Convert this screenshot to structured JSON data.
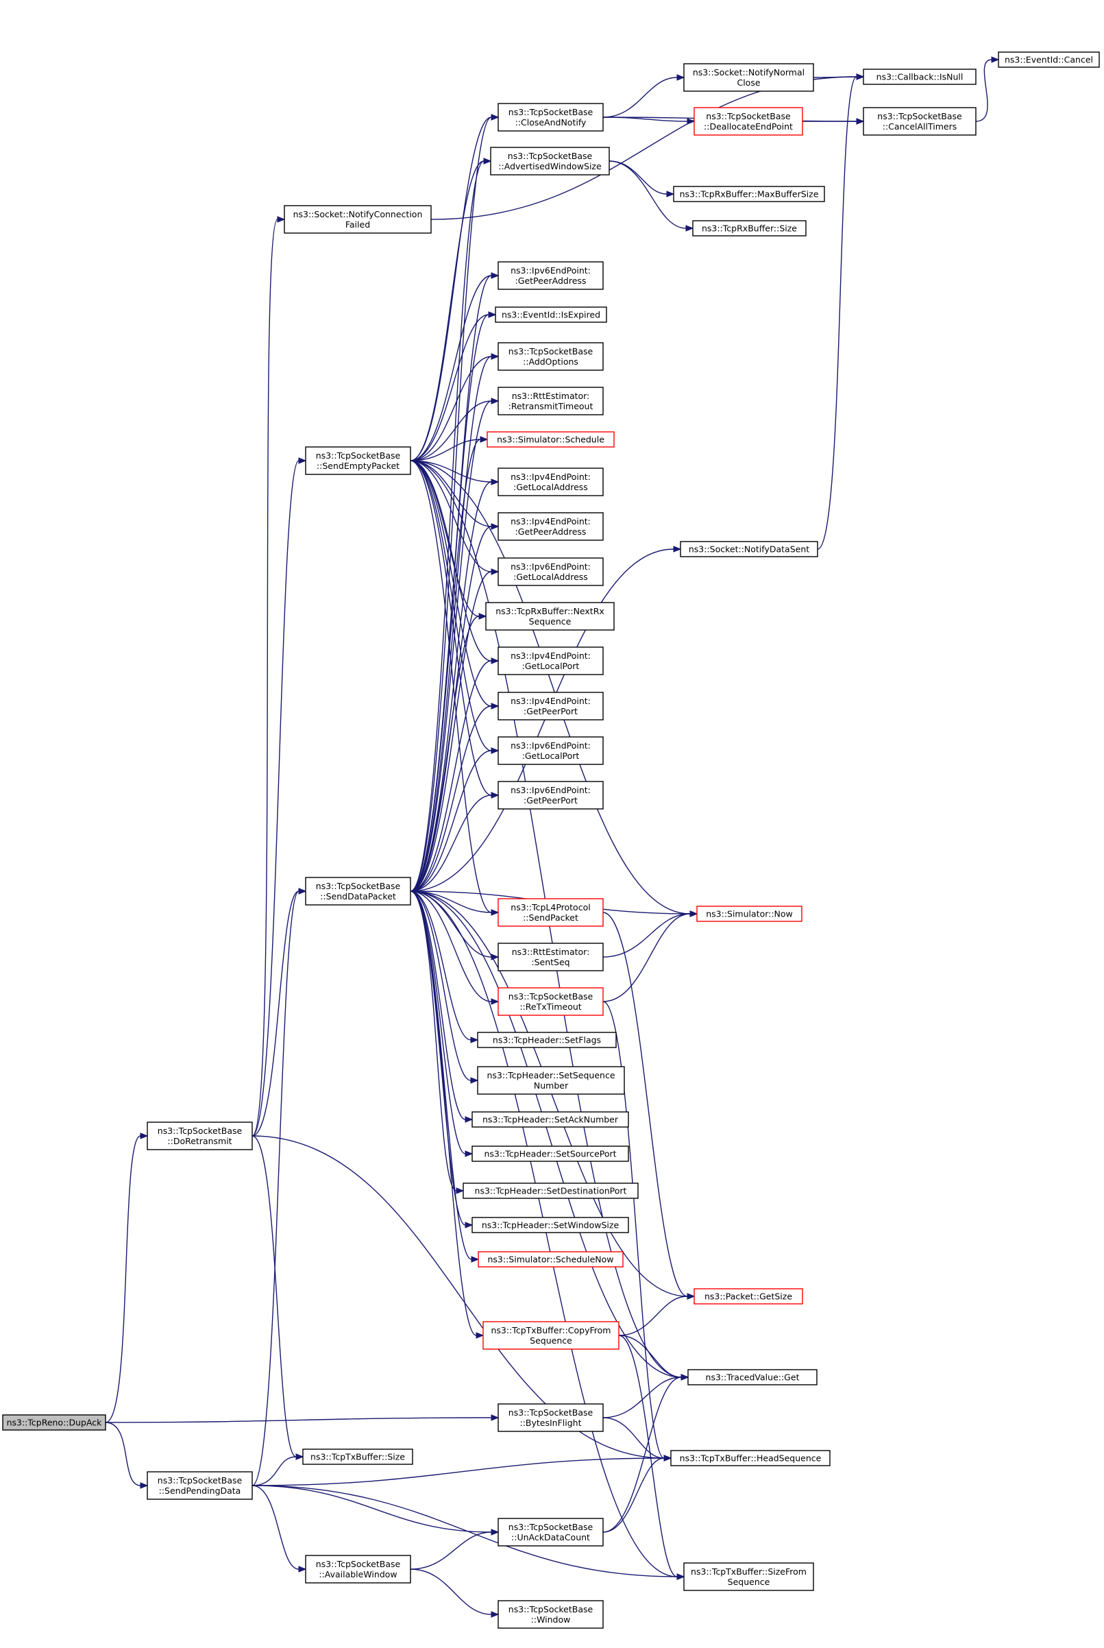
{
  "colors": {
    "edge": "#191970",
    "box_border": "#000000",
    "red_border": "#ff0000",
    "root_fill": "#bfbfbf",
    "background": "#ffffff"
  },
  "nodes": [
    {
      "id": "dupack",
      "lines": [
        "ns3::TcpReno::DupAck"
      ],
      "style": "root"
    },
    {
      "id": "doretransmit",
      "lines": [
        "ns3::TcpSocketBase",
        "::DoRetransmit"
      ],
      "style": "normal"
    },
    {
      "id": "sendpending",
      "lines": [
        "ns3::TcpSocketBase",
        "::SendPendingData"
      ],
      "style": "normal"
    },
    {
      "id": "notifyconnfailed",
      "lines": [
        "ns3::Socket::NotifyConnection",
        "Failed"
      ],
      "style": "normal"
    },
    {
      "id": "sendempty",
      "lines": [
        "ns3::TcpSocketBase",
        "::SendEmptyPacket"
      ],
      "style": "normal"
    },
    {
      "id": "senddata",
      "lines": [
        "ns3::TcpSocketBase",
        "::SendDataPacket"
      ],
      "style": "normal"
    },
    {
      "id": "txsize",
      "lines": [
        "ns3::TcpTxBuffer::Size"
      ],
      "style": "normal"
    },
    {
      "id": "availwindow",
      "lines": [
        "ns3::TcpSocketBase",
        "::AvailableWindow"
      ],
      "style": "normal"
    },
    {
      "id": "closenotify",
      "lines": [
        "ns3::TcpSocketBase",
        "::CloseAndNotify"
      ],
      "style": "normal"
    },
    {
      "id": "advwin",
      "lines": [
        "ns3::TcpSocketBase",
        "::AdvertisedWindowSize"
      ],
      "style": "normal"
    },
    {
      "id": "ipv6peeraddr",
      "lines": [
        "ns3::Ipv6EndPoint:",
        ":GetPeerAddress"
      ],
      "style": "normal"
    },
    {
      "id": "isexpired",
      "lines": [
        "ns3::EventId::IsExpired"
      ],
      "style": "normal"
    },
    {
      "id": "addoptions",
      "lines": [
        "ns3::TcpSocketBase",
        "::AddOptions"
      ],
      "style": "normal"
    },
    {
      "id": "rtttimeout",
      "lines": [
        "ns3::RttEstimator:",
        ":RetransmitTimeout"
      ],
      "style": "normal"
    },
    {
      "id": "schedule",
      "lines": [
        "ns3::Simulator::Schedule"
      ],
      "style": "red"
    },
    {
      "id": "ipv4localaddr",
      "lines": [
        "ns3::Ipv4EndPoint:",
        ":GetLocalAddress"
      ],
      "style": "normal"
    },
    {
      "id": "ipv4peeraddr",
      "lines": [
        "ns3::Ipv4EndPoint:",
        ":GetPeerAddress"
      ],
      "style": "normal"
    },
    {
      "id": "ipv6localaddr",
      "lines": [
        "ns3::Ipv6EndPoint:",
        ":GetLocalAddress"
      ],
      "style": "normal"
    },
    {
      "id": "nextrx",
      "lines": [
        "ns3::TcpRxBuffer::NextRx",
        "Sequence"
      ],
      "style": "normal"
    },
    {
      "id": "ipv4localport",
      "lines": [
        "ns3::Ipv4EndPoint:",
        ":GetLocalPort"
      ],
      "style": "normal"
    },
    {
      "id": "ipv4peerport",
      "lines": [
        "ns3::Ipv4EndPoint:",
        ":GetPeerPort"
      ],
      "style": "normal"
    },
    {
      "id": "ipv6localport",
      "lines": [
        "ns3::Ipv6EndPoint:",
        ":GetLocalPort"
      ],
      "style": "normal"
    },
    {
      "id": "ipv6peerport",
      "lines": [
        "ns3::Ipv6EndPoint:",
        ":GetPeerPort"
      ],
      "style": "normal"
    },
    {
      "id": "l4sendpacket",
      "lines": [
        "ns3::TcpL4Protocol",
        "::SendPacket"
      ],
      "style": "red"
    },
    {
      "id": "sentseq",
      "lines": [
        "ns3::RttEstimator:",
        ":SentSeq"
      ],
      "style": "normal"
    },
    {
      "id": "retxtimeout",
      "lines": [
        "ns3::TcpSocketBase",
        "::ReTxTimeout"
      ],
      "style": "red"
    },
    {
      "id": "setflags",
      "lines": [
        "ns3::TcpHeader::SetFlags"
      ],
      "style": "normal"
    },
    {
      "id": "setseq",
      "lines": [
        "ns3::TcpHeader::SetSequence",
        "Number"
      ],
      "style": "normal"
    },
    {
      "id": "setack",
      "lines": [
        "ns3::TcpHeader::SetAckNumber"
      ],
      "style": "normal"
    },
    {
      "id": "setsrcport",
      "lines": [
        "ns3::TcpHeader::SetSourcePort"
      ],
      "style": "normal"
    },
    {
      "id": "setdstport",
      "lines": [
        "ns3::TcpHeader::SetDestinationPort"
      ],
      "style": "normal"
    },
    {
      "id": "setwinsize",
      "lines": [
        "ns3::TcpHeader::SetWindowSize"
      ],
      "style": "normal"
    },
    {
      "id": "schedulenow",
      "lines": [
        "ns3::Simulator::ScheduleNow"
      ],
      "style": "red"
    },
    {
      "id": "copyfromseq",
      "lines": [
        "ns3::TcpTxBuffer::CopyFrom",
        "Sequence"
      ],
      "style": "red"
    },
    {
      "id": "bytesinflight",
      "lines": [
        "ns3::TcpSocketBase",
        "::BytesInFlight"
      ],
      "style": "normal"
    },
    {
      "id": "unackdata",
      "lines": [
        "ns3::TcpSocketBase",
        "::UnAckDataCount"
      ],
      "style": "normal"
    },
    {
      "id": "window",
      "lines": [
        "ns3::TcpSocketBase",
        "::Window"
      ],
      "style": "normal"
    },
    {
      "id": "notifynormalclose",
      "lines": [
        "ns3::Socket::NotifyNormal",
        "Close"
      ],
      "style": "normal"
    },
    {
      "id": "deallocate",
      "lines": [
        "ns3::TcpSocketBase",
        "::DeallocateEndPoint"
      ],
      "style": "red"
    },
    {
      "id": "maxbuffersize",
      "lines": [
        "ns3::TcpRxBuffer::MaxBufferSize"
      ],
      "style": "normal"
    },
    {
      "id": "rxsize",
      "lines": [
        "ns3::TcpRxBuffer::Size"
      ],
      "style": "normal"
    },
    {
      "id": "notifydatasent",
      "lines": [
        "ns3::Socket::NotifyDataSent"
      ],
      "style": "normal"
    },
    {
      "id": "now",
      "lines": [
        "ns3::Simulator::Now"
      ],
      "style": "red"
    },
    {
      "id": "getsize",
      "lines": [
        "ns3::Packet::GetSize"
      ],
      "style": "red"
    },
    {
      "id": "tracedget",
      "lines": [
        "ns3::TracedValue::Get"
      ],
      "style": "normal"
    },
    {
      "id": "headseq",
      "lines": [
        "ns3::TcpTxBuffer::HeadSequence"
      ],
      "style": "normal"
    },
    {
      "id": "sizefromseq",
      "lines": [
        "ns3::TcpTxBuffer::SizeFrom",
        "Sequence"
      ],
      "style": "normal"
    },
    {
      "id": "isnull",
      "lines": [
        "ns3::Callback::IsNull"
      ],
      "style": "normal"
    },
    {
      "id": "canceltimers",
      "lines": [
        "ns3::TcpSocketBase",
        "::CancelAllTimers"
      ],
      "style": "normal"
    },
    {
      "id": "cancel",
      "lines": [
        "ns3::EventId::Cancel"
      ],
      "style": "normal"
    }
  ],
  "edges": [
    [
      "dupack",
      "doretransmit"
    ],
    [
      "dupack",
      "bytesinflight"
    ],
    [
      "dupack",
      "sendpending"
    ],
    [
      "doretransmit",
      "notifyconnfailed"
    ],
    [
      "doretransmit",
      "sendempty"
    ],
    [
      "doretransmit",
      "senddata"
    ],
    [
      "doretransmit",
      "txsize"
    ],
    [
      "doretransmit",
      "headseq"
    ],
    [
      "sendpending",
      "senddata"
    ],
    [
      "sendpending",
      "txsize"
    ],
    [
      "sendpending",
      "headseq"
    ],
    [
      "sendpending",
      "unackdata"
    ],
    [
      "sendpending",
      "availwindow"
    ],
    [
      "sendpending",
      "sizefromseq"
    ],
    [
      "notifyconnfailed",
      "isnull"
    ],
    [
      "sendempty",
      "closenotify"
    ],
    [
      "sendempty",
      "advwin"
    ],
    [
      "sendempty",
      "ipv6peeraddr"
    ],
    [
      "sendempty",
      "isexpired"
    ],
    [
      "sendempty",
      "addoptions"
    ],
    [
      "sendempty",
      "rtttimeout"
    ],
    [
      "sendempty",
      "schedule"
    ],
    [
      "sendempty",
      "ipv4localaddr"
    ],
    [
      "sendempty",
      "ipv4peeraddr"
    ],
    [
      "sendempty",
      "ipv6localaddr"
    ],
    [
      "sendempty",
      "nextrx"
    ],
    [
      "sendempty",
      "ipv4localport"
    ],
    [
      "sendempty",
      "ipv4peerport"
    ],
    [
      "sendempty",
      "ipv6localport"
    ],
    [
      "sendempty",
      "ipv6peerport"
    ],
    [
      "sendempty",
      "l4sendpacket"
    ],
    [
      "sendempty",
      "now"
    ],
    [
      "sendempty",
      "tracedget"
    ],
    [
      "senddata",
      "closenotify"
    ],
    [
      "senddata",
      "advwin"
    ],
    [
      "senddata",
      "ipv6peeraddr"
    ],
    [
      "senddata",
      "isexpired"
    ],
    [
      "senddata",
      "addoptions"
    ],
    [
      "senddata",
      "rtttimeout"
    ],
    [
      "senddata",
      "schedule"
    ],
    [
      "senddata",
      "ipv4localaddr"
    ],
    [
      "senddata",
      "ipv4peeraddr"
    ],
    [
      "senddata",
      "ipv6localaddr"
    ],
    [
      "senddata",
      "nextrx"
    ],
    [
      "senddata",
      "ipv4localport"
    ],
    [
      "senddata",
      "ipv4peerport"
    ],
    [
      "senddata",
      "ipv6localport"
    ],
    [
      "senddata",
      "ipv6peerport"
    ],
    [
      "senddata",
      "notifydatasent"
    ],
    [
      "senddata",
      "now"
    ],
    [
      "senddata",
      "l4sendpacket"
    ],
    [
      "senddata",
      "sentseq"
    ],
    [
      "senddata",
      "retxtimeout"
    ],
    [
      "senddata",
      "setflags"
    ],
    [
      "senddata",
      "setseq"
    ],
    [
      "senddata",
      "setack"
    ],
    [
      "senddata",
      "setsrcport"
    ],
    [
      "senddata",
      "setdstport"
    ],
    [
      "senddata",
      "setwinsize"
    ],
    [
      "senddata",
      "schedulenow"
    ],
    [
      "senddata",
      "getsize"
    ],
    [
      "senddata",
      "copyfromseq"
    ],
    [
      "senddata",
      "tracedget"
    ],
    [
      "senddata",
      "sizefromseq"
    ],
    [
      "closenotify",
      "notifynormalclose"
    ],
    [
      "closenotify",
      "deallocate"
    ],
    [
      "closenotify",
      "canceltimers"
    ],
    [
      "advwin",
      "maxbuffersize"
    ],
    [
      "advwin",
      "rxsize"
    ],
    [
      "notifynormalclose",
      "isnull"
    ],
    [
      "deallocate",
      "canceltimers"
    ],
    [
      "canceltimers",
      "cancel"
    ],
    [
      "notifydatasent",
      "isnull"
    ],
    [
      "l4sendpacket",
      "getsize"
    ],
    [
      "sentseq",
      "now"
    ],
    [
      "retxtimeout",
      "now"
    ],
    [
      "retxtimeout",
      "headseq"
    ],
    [
      "copyfromseq",
      "getsize"
    ],
    [
      "copyfromseq",
      "tracedget"
    ],
    [
      "copyfromseq",
      "sizefromseq"
    ],
    [
      "bytesinflight",
      "tracedget"
    ],
    [
      "bytesinflight",
      "headseq"
    ],
    [
      "unackdata",
      "tracedget"
    ],
    [
      "unackdata",
      "headseq"
    ],
    [
      "availwindow",
      "unackdata"
    ],
    [
      "availwindow",
      "window"
    ]
  ]
}
